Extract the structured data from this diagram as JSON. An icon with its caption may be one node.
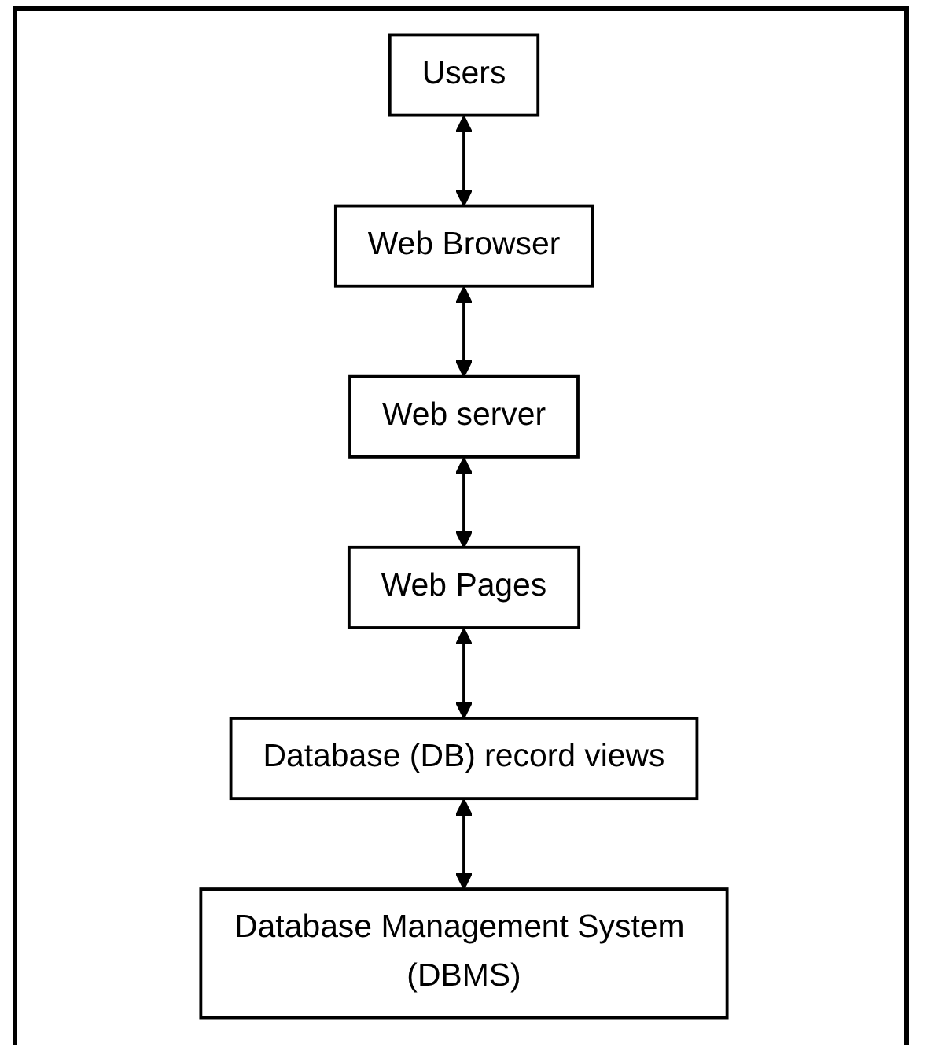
{
  "diagram": {
    "nodes": [
      {
        "text": [
          "Users"
        ]
      },
      {
        "text": [
          "Web Browser"
        ]
      },
      {
        "text": [
          "Web server"
        ]
      },
      {
        "text": [
          "Web Pages"
        ]
      },
      {
        "text": [
          "Database (DB) record views"
        ]
      },
      {
        "text": [
          "Database Management System (DBMS)"
        ]
      }
    ],
    "edges": [
      {
        "from": 0,
        "to": 1,
        "arrow": "both"
      },
      {
        "from": 1,
        "to": 2,
        "arrow": "both"
      },
      {
        "from": 2,
        "to": 3,
        "arrow": "both"
      },
      {
        "from": 3,
        "to": 4,
        "arrow": "both"
      },
      {
        "from": 4,
        "to": 5,
        "arrow": "both"
      }
    ]
  }
}
